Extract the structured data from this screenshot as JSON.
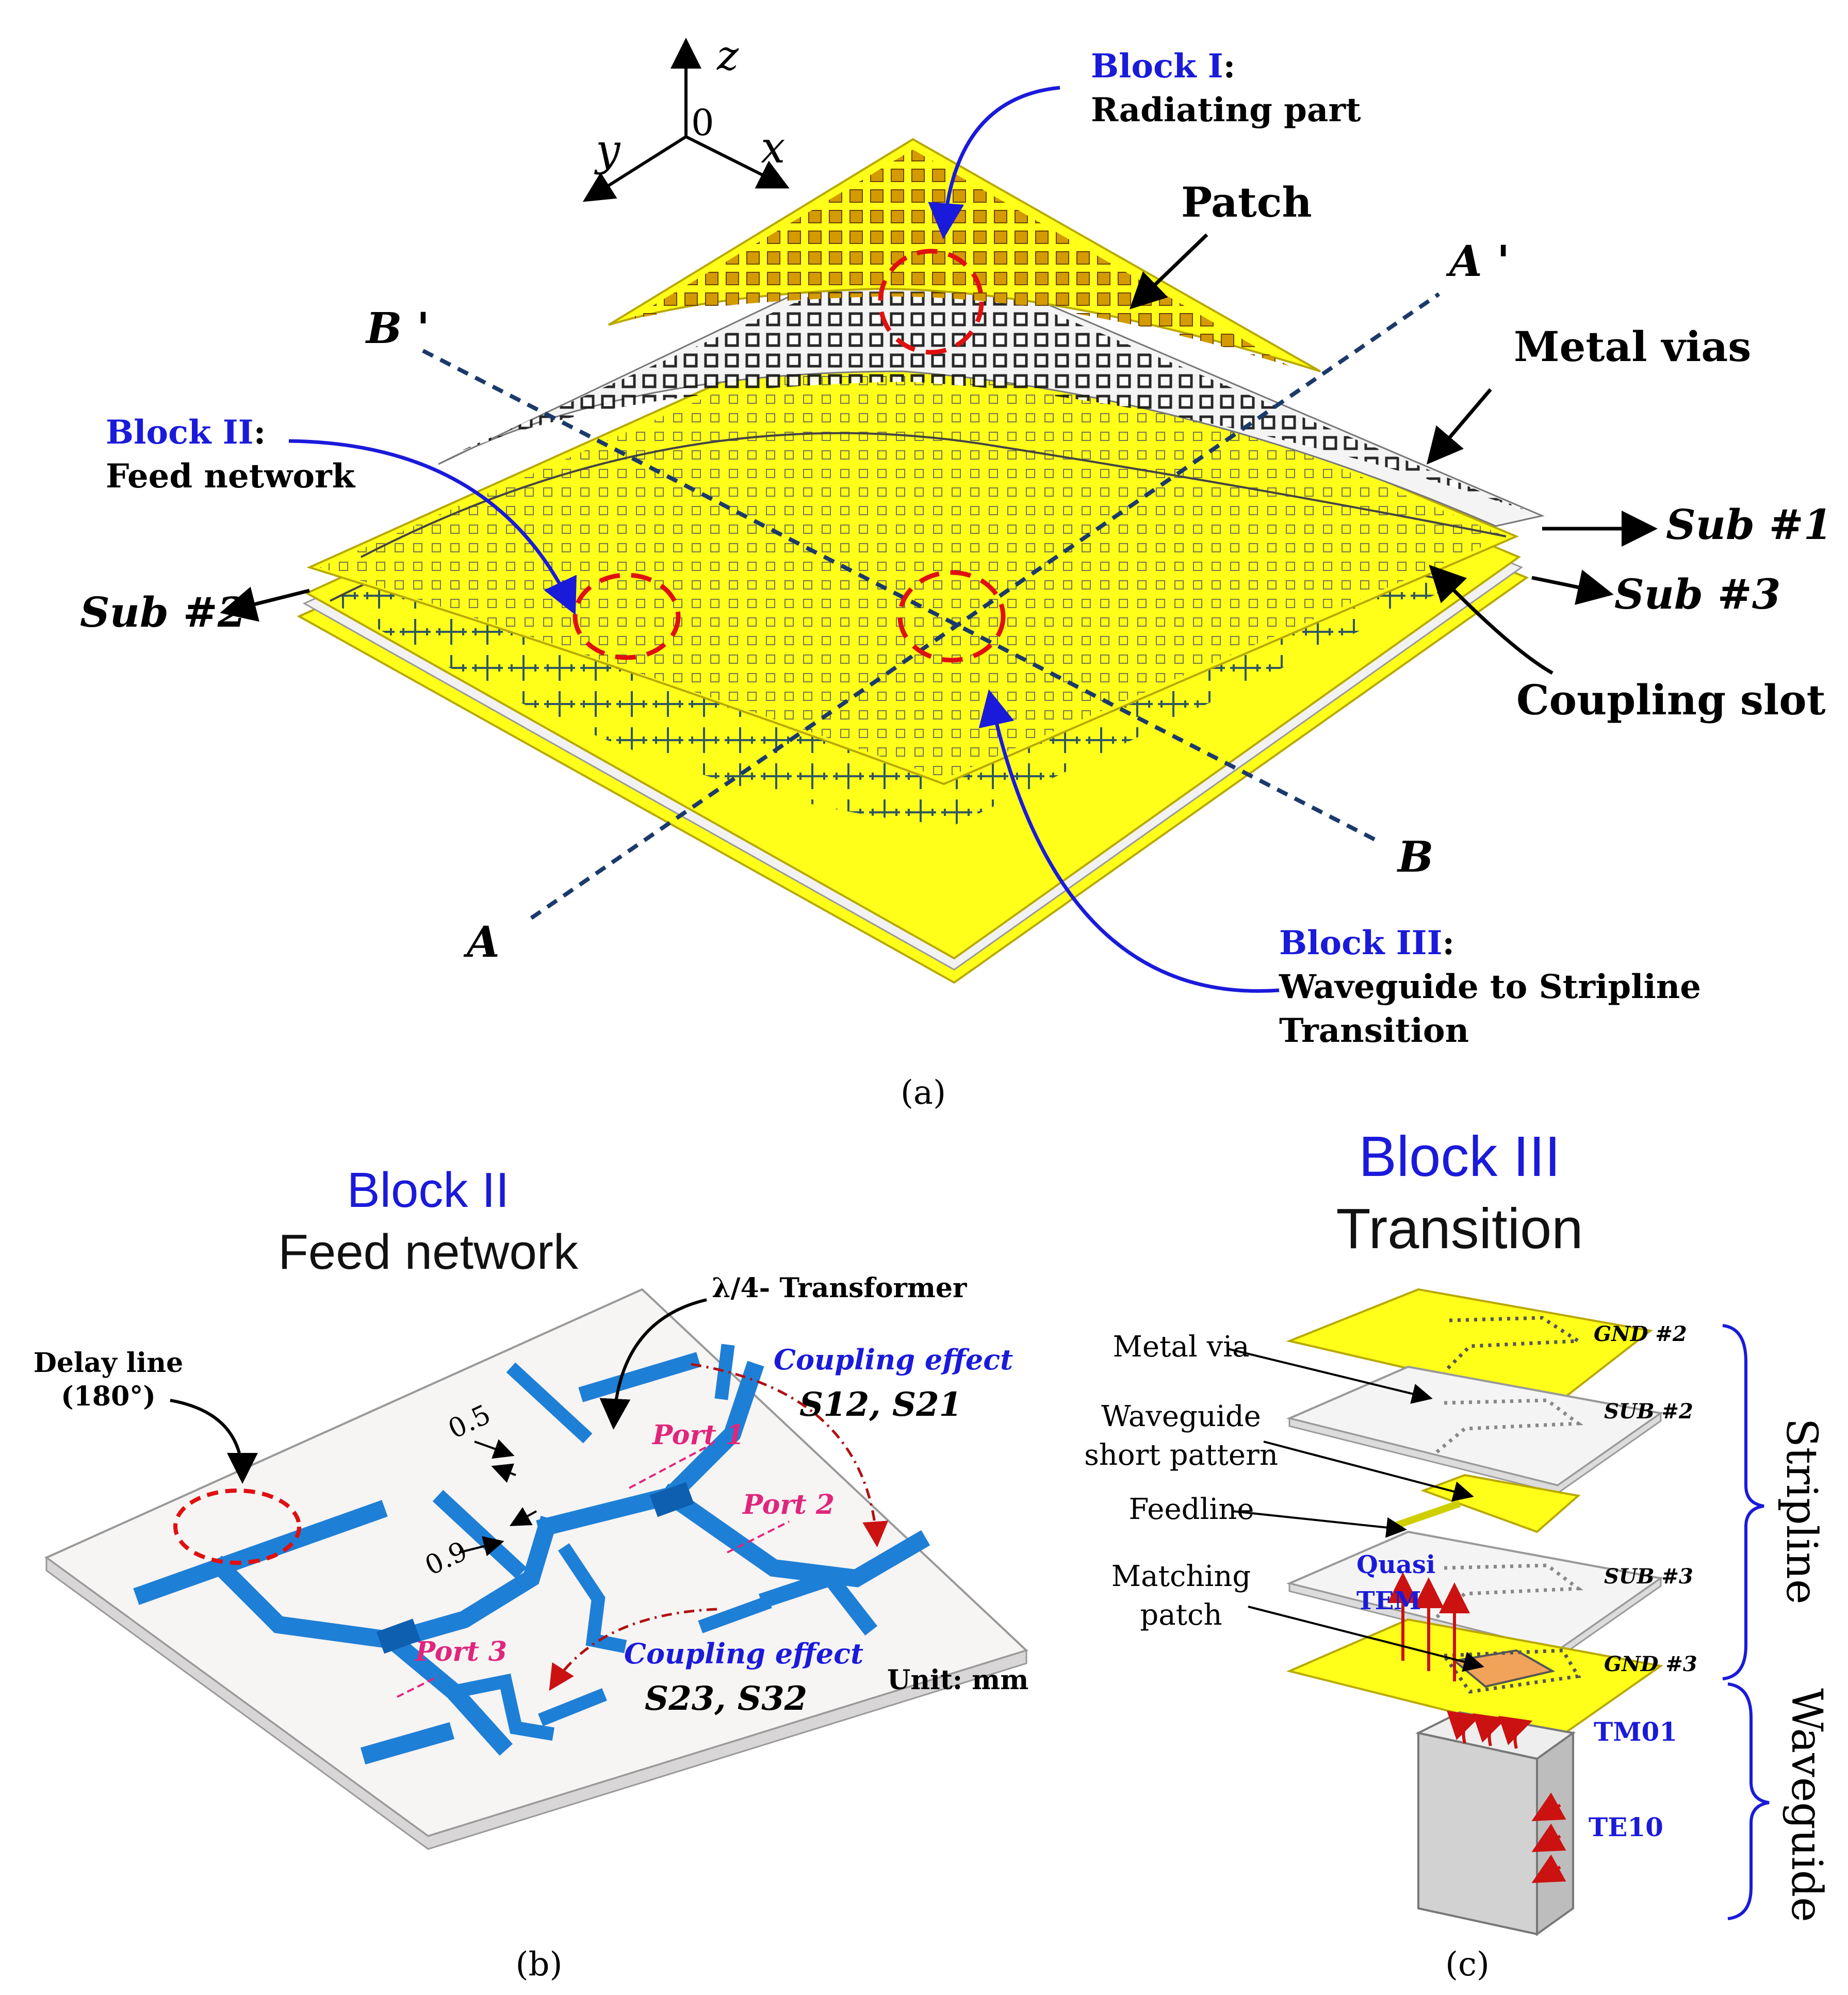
{
  "panel_a": {
    "caption": "(a)",
    "axes": {
      "z": "z",
      "origin": "0",
      "y": "y",
      "x": "x"
    },
    "block1": {
      "title": "Block I",
      "colon": ":",
      "desc": "Radiating part"
    },
    "block2": {
      "title": "Block II",
      "colon": ":",
      "desc": "Feed network"
    },
    "block3": {
      "title": "Block III",
      "colon": ":",
      "desc1": "Waveguide to Stripline",
      "desc2": "Transition"
    },
    "patch": "Patch",
    "metal_vias": "Metal vias",
    "coupling_slot": "Coupling slot",
    "sub1": "Sub #1",
    "sub2": "Sub #2",
    "sub3": "Sub #3",
    "a_prime": "A '",
    "b_prime": "B '",
    "a_label": "A",
    "b_label": "B"
  },
  "panel_b": {
    "caption": "(b)",
    "title1": "Block II",
    "title2": "Feed network",
    "transformer": "λ/4- Transformer",
    "delay_line1": "Delay line",
    "delay_line2": "(180°)",
    "coupling1_title": "Coupling effect",
    "coupling1_params": "S12, S21",
    "coupling2_title": "Coupling effect",
    "coupling2_params": "S23, S32",
    "port1": "Port 1",
    "port2": "Port 2",
    "port3": "Port 3",
    "dim1": "0.5",
    "dim2": "0.9",
    "unit": "Unit: mm"
  },
  "panel_c": {
    "caption": "(c)",
    "title1": "Block III",
    "title2": "Transition",
    "metal_via": "Metal via",
    "wg_short1": "Waveguide",
    "wg_short2": "short pattern",
    "feedline": "Feedline",
    "matching1": "Matching",
    "matching2": "patch",
    "quasi1": "Quasi",
    "quasi2": "TEM",
    "gnd2": "GND #2",
    "sub2": "SUB #2",
    "sub3": "SUB #3",
    "gnd3": "GND #3",
    "tm01": "TM01",
    "te10": "TE10",
    "stripline": "Stripline",
    "waveguide": "Waveguide"
  },
  "colors": {
    "copper_yellow": "#ffff1a",
    "feed_blue": "#1e7fd6",
    "label_blue": "#1a1adb",
    "port_pink": "#e0267c",
    "arrow_red": "#cc1111"
  }
}
